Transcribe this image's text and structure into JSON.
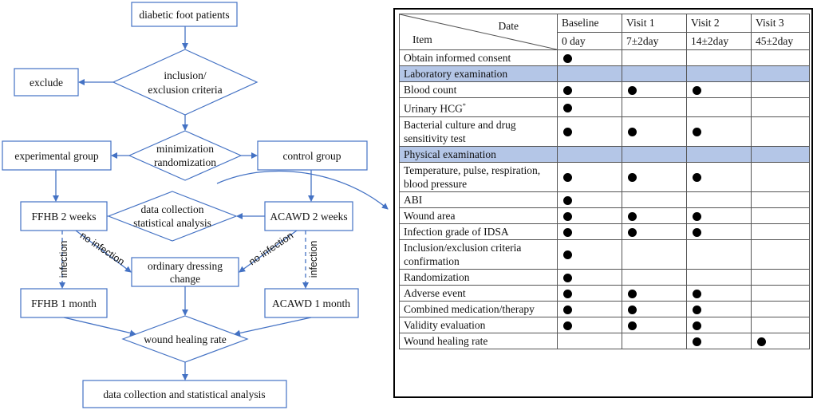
{
  "flowchart": {
    "nodes": {
      "patients": "diabetic foot patients",
      "criteria_1": "inclusion/",
      "criteria_2": "exclusion criteria",
      "exclude": "exclude",
      "random_1": "minimization",
      "random_2": "randomization",
      "experimental": "experimental group",
      "control": "control group",
      "collect_1": "data collection",
      "collect_2": "statistical analysis",
      "ffhb2": "FFHB 2 weeks",
      "acawd2": "ACAWD 2 weeks",
      "ordinary_1": "ordinary dressing",
      "ordinary_2": "change",
      "ffhb1m": "FFHB 1 month",
      "acawd1m": "ACAWD 1 month",
      "healing": "wound healing rate",
      "final": "data collection  and statistical analysis"
    },
    "edge_labels": {
      "infection_left": "infection",
      "no_infection_left": "no infection",
      "no_infection_right": "no infection",
      "infection_right": "infection"
    }
  },
  "schedule": {
    "header_date": "Date",
    "header_item": "Item",
    "columns": [
      {
        "name": "Baseline",
        "time": "0 day"
      },
      {
        "name": "Visit 1",
        "time": "7±2day"
      },
      {
        "name": "Visit 2",
        "time": "14±2day"
      },
      {
        "name": "Visit 3",
        "time": "45±2day"
      }
    ],
    "rows": [
      {
        "label": "Obtain informed consent",
        "marks": [
          true,
          false,
          false,
          false
        ]
      },
      {
        "label": "Laboratory examination",
        "section": true
      },
      {
        "label": "Blood count",
        "marks": [
          true,
          true,
          true,
          false
        ]
      },
      {
        "label": "Urinary HCG",
        "sup": "*",
        "marks": [
          true,
          false,
          false,
          false
        ]
      },
      {
        "label": "Bacterial culture and drug sensitivity test",
        "marks": [
          true,
          true,
          true,
          false
        ]
      },
      {
        "label": "Physical examination",
        "section": true
      },
      {
        "label": "Temperature, pulse, respiration, blood pressure",
        "marks": [
          true,
          true,
          true,
          false
        ]
      },
      {
        "label": "ABI",
        "marks": [
          true,
          false,
          false,
          false
        ]
      },
      {
        "label": "Wound area",
        "marks": [
          true,
          true,
          true,
          false
        ]
      },
      {
        "label": "Infection grade of IDSA",
        "marks": [
          true,
          true,
          true,
          false
        ]
      },
      {
        "label": "Inclusion/exclusion criteria confirmation",
        "marks": [
          true,
          false,
          false,
          false
        ]
      },
      {
        "label": "Randomization",
        "marks": [
          true,
          false,
          false,
          false
        ]
      },
      {
        "label": "Adverse event",
        "marks": [
          true,
          true,
          true,
          false
        ]
      },
      {
        "label": "Combined medication/therapy",
        "marks": [
          true,
          true,
          true,
          false
        ]
      },
      {
        "label": "Validity evaluation",
        "marks": [
          true,
          true,
          true,
          false
        ]
      },
      {
        "label": "Wound healing rate",
        "marks": [
          false,
          false,
          true,
          true
        ]
      }
    ]
  },
  "colors": {
    "flow_line": "#4472c4",
    "section_fill": "#b4c6e7"
  }
}
